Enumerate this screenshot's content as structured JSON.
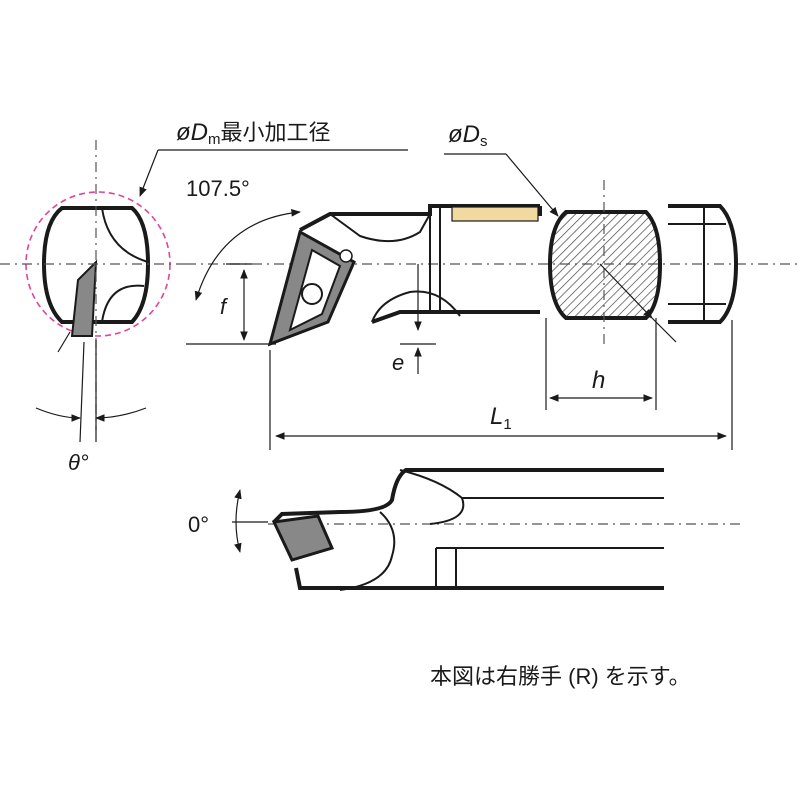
{
  "labels": {
    "dm_prefix": "øD",
    "dm_sub": "m",
    "dm_text": "最小加工径",
    "ds_prefix": "øD",
    "ds_sub": "s",
    "angle_107": "107.5°",
    "f": "f",
    "e": "e",
    "h": "h",
    "l1": "L",
    "l1_sub": "1",
    "theta": "θ°",
    "zero": "0°",
    "caption": "本図は右勝手 (R) を示す。"
  },
  "colors": {
    "ink": "#1a1a1a",
    "circle_dashed": "#e0459a",
    "insert_gray": "#888888",
    "brazed_strip": "#f2d9a0",
    "hatch": "#444444"
  }
}
